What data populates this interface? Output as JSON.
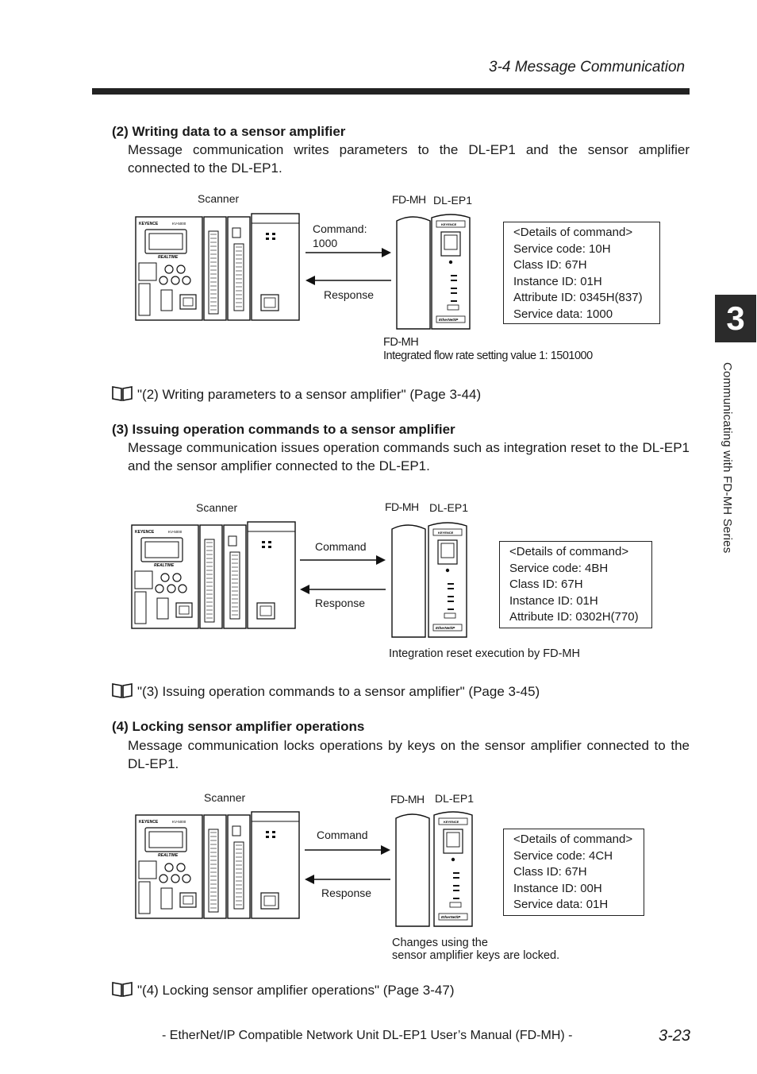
{
  "header": {
    "section": "3-4 Message Communication"
  },
  "side_tab": {
    "chapter": "3",
    "chapter_title": "Communicating with FD-MH Series"
  },
  "sections": [
    {
      "title": "(2)  Writing data to a sensor amplifier",
      "body": "Message communication writes parameters to the DL-EP1 and the sensor amplifier connected to the DL-EP1.",
      "diagram": {
        "scanner_label": "Scanner",
        "fdmh_label": "FD-MH",
        "dlep1_label": "DL-EP1",
        "command_label": "Command:\n1000",
        "response_label": "Response",
        "details": [
          "<Details of command>",
          "Service code: 10H",
          "Class ID: 67H",
          "Instance ID: 01H",
          "Attribute ID: 0345H(837)",
          "Service data: 1000"
        ],
        "caption": "FD-MH\nIntegrated flow rate setting value 1: 1501000"
      },
      "reference": "\"(2) Writing parameters to a sensor amplifier\" (Page 3-44)"
    },
    {
      "title": "(3)  Issuing operation commands to a sensor amplifier",
      "body": "Message communication issues operation commands such as integration reset to the DL-EP1 and the sensor amplifier connected to the DL-EP1.",
      "diagram": {
        "scanner_label": "Scanner",
        "fdmh_label": "FD-MH",
        "dlep1_label": "DL-EP1",
        "command_label": "Command",
        "response_label": "Response",
        "details": [
          "<Details of command>",
          "Service code: 4BH",
          "Class ID: 67H",
          "Instance ID: 01H",
          "Attribute ID: 0302H(770)"
        ],
        "caption": "Integration reset execution by FD-MH"
      },
      "reference": "\"(3) Issuing operation commands to a sensor amplifier\" (Page 3-45)"
    },
    {
      "title": "(4)  Locking sensor amplifier operations",
      "body": "Message communication locks operations by keys on the sensor amplifier connected to the DL-EP1.",
      "diagram": {
        "scanner_label": "Scanner",
        "fdmh_label": "FD-MH",
        "dlep1_label": "DL-EP1",
        "command_label": "Command",
        "response_label": "Response",
        "details": [
          "<Details of command>",
          "Service code: 4CH",
          "Class ID: 67H",
          "Instance ID: 00H",
          "Service data: 01H"
        ],
        "caption": "Changes using the\nsensor amplifier keys are locked."
      },
      "reference": "\"(4) Locking sensor amplifier operations\" (Page 3-47)"
    }
  ],
  "device_text": {
    "brand": "KEYENCE",
    "model": "KV-5000",
    "realtime": "REALTIME",
    "ethernet": "EtherNet/IP"
  },
  "footer": {
    "manual": "- EtherNet/IP Compatible Network Unit DL-EP1 User’s Manual (FD-MH) -",
    "page": "3-23"
  }
}
